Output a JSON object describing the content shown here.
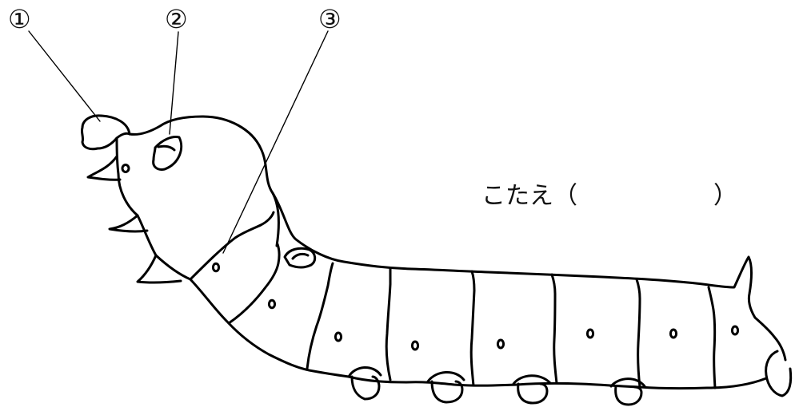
{
  "labels": {
    "one": "①",
    "two": "②",
    "three": "③"
  },
  "answer": {
    "prefix": "こたえ（",
    "suffix": "）"
  }
}
